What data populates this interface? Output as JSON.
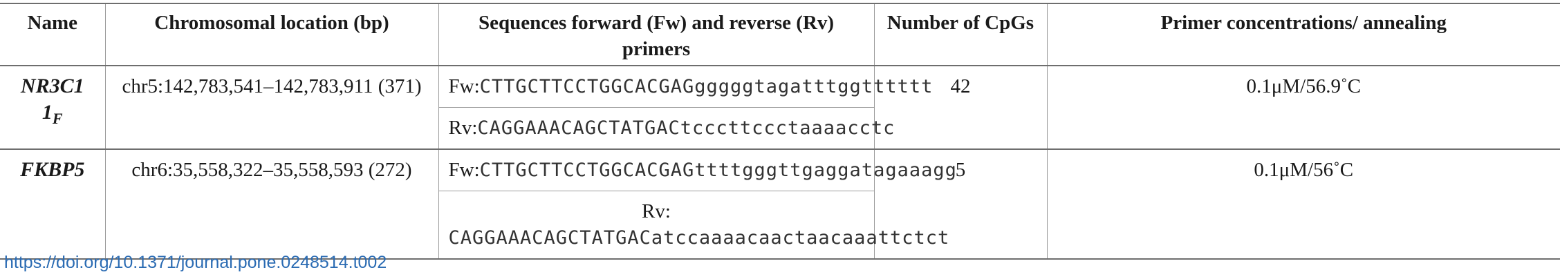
{
  "table": {
    "headers": [
      "Name",
      "Chromosomal location (bp)",
      "Sequences forward (Fw) and reverse (Rv) primers",
      "Number of CpGs",
      "Primer concentrations/ annealing"
    ],
    "rows": [
      {
        "name": "NR3C1",
        "name_line2": "1",
        "name_subscript": "F",
        "location": "chr5:142,783,541–142,783,911 (371)",
        "fw_prefix": "Fw:",
        "fw_seq": "CTTGCTTCCTGGCACGAGgggggtagatttggtttttt",
        "rv_prefix": "Rv:",
        "rv_seq": "CAGGAAACAGCTATGACtcccttccctaaaacctc",
        "cpgs": "42",
        "conditions": "0.1μM/56.9˚C"
      },
      {
        "name": "FKBP5",
        "location": "chr6:35,558,322–35,558,593 (272)",
        "fw_prefix": "Fw:",
        "fw_seq": "CTTGCTTCCTGGCACGAGttttgggttgaggatagaaagg",
        "rv_prefix": "Rv:",
        "rv_seq": "CAGGAAACAGCTATGACatccaaaacaactaacaaattctct",
        "cpgs": "5",
        "conditions": "0.1μM/56˚C"
      }
    ]
  },
  "doi": "https://doi.org/10.1371/journal.pone.0248514.t002"
}
